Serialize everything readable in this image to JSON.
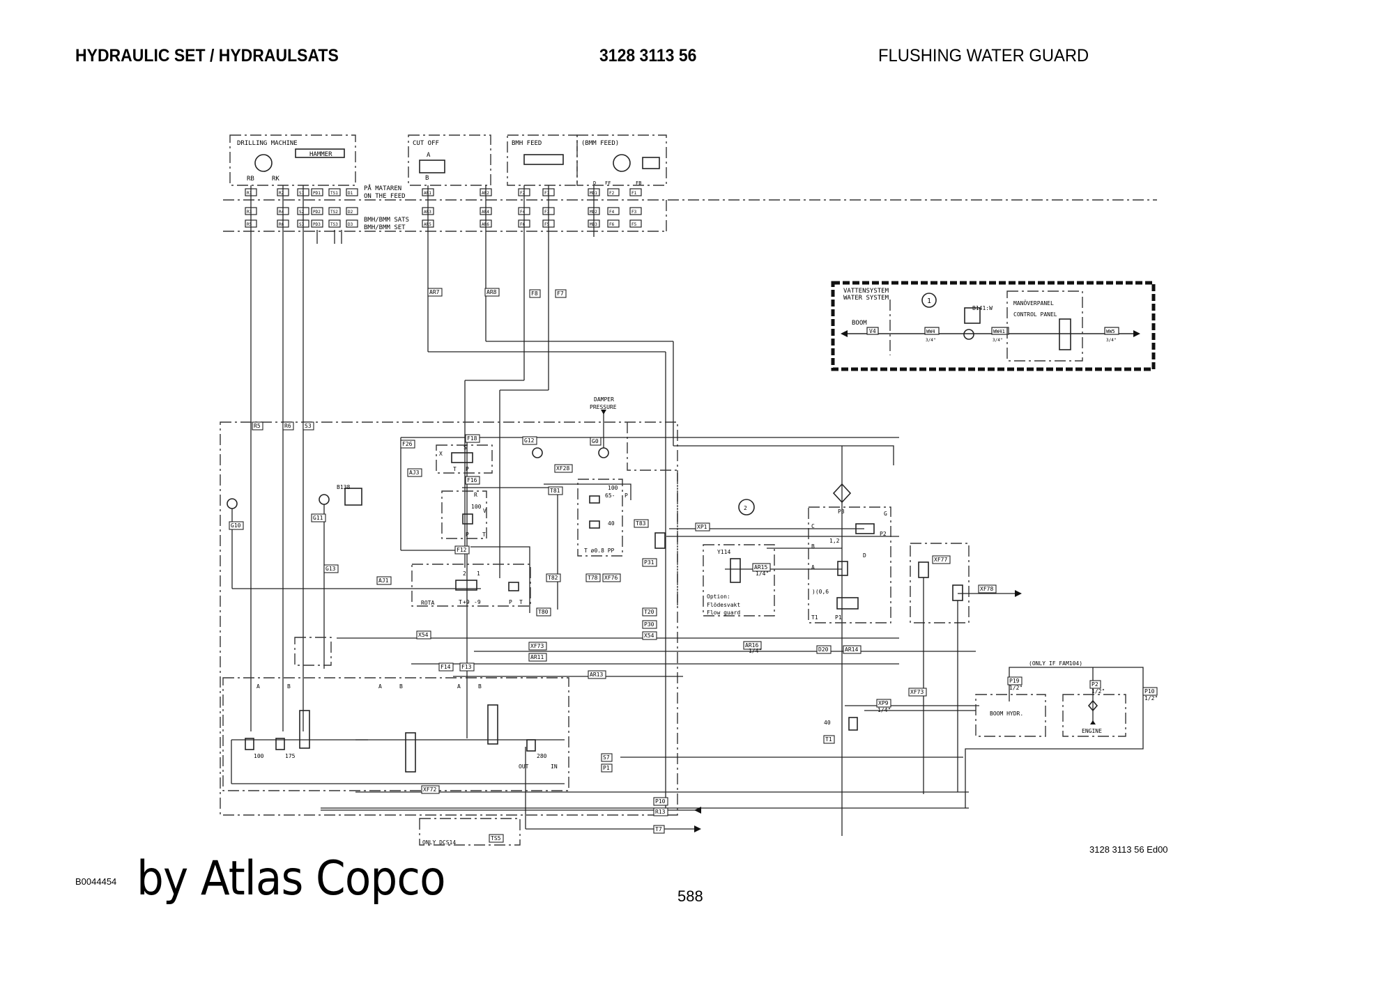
{
  "header": {
    "title": "HYDRAULIC SET / HYDRAULSATS",
    "part_number": "3128 3113 56",
    "subject": "FLUSHING WATER GUARD"
  },
  "footer": {
    "drawing_code": "3128 3113 56 Ed00",
    "image_id": "B0044454",
    "brand": "by Atlas Copco",
    "page": "588"
  },
  "top_units": {
    "drilling_machine": "DRILLING MACHINE",
    "hammer": "HAMMER",
    "rb": "RB",
    "rk": "RK",
    "cut_off": "CUT OFF",
    "cut_a": "A",
    "cut_b": "B",
    "bmh_feed": "BMH FEED",
    "bmm_feed": "(BMM FEED)",
    "port_d": "D",
    "port_ff": "FF",
    "port_fb": "FB",
    "on_feed_sv": "PÅ MATAREN",
    "on_feed_en": "ON THE FEED",
    "set_sv": "BMH/BMM SATS",
    "set_en": "BMH/BMM SET"
  },
  "connector_rows": {
    "row1": [
      "R1",
      "R2",
      "S1",
      "PD1",
      "TS1",
      "D1",
      "AR1",
      "AR2",
      "F2",
      "F1",
      "MD1",
      "F2",
      "F1"
    ],
    "row2": [
      "R3",
      "R4",
      "S2",
      "PD2",
      "TS2",
      "D2",
      "AR3",
      "AR4",
      "F4",
      "F3",
      "MD2",
      "F4",
      "F3"
    ],
    "row3": [
      "R5",
      "R6",
      "S3",
      "PD3",
      "TS3",
      "D3",
      "AR5",
      "AR6",
      "F6",
      "F5",
      "MD3",
      "F6",
      "F5"
    ]
  },
  "water_system": {
    "title_sv": "VATTENSYSTEM",
    "title_en": "WATER SYSTEM",
    "boom": "BOOM",
    "v4": "V4",
    "ww4": "WW4",
    "ww4_size": "3/4\"",
    "callout": "1",
    "sensor": "B141:W",
    "ww41": "WW41",
    "ww41_size": "3/4\"",
    "panel_sv": "MANÖVERPANEL",
    "panel_en": "CONTROL PANEL",
    "ww5": "WW5",
    "ww5_size": "3/4\""
  },
  "line_tags": {
    "ar7": "AR7",
    "ar8": "AR8",
    "f8": "F8",
    "f7": "F7",
    "r5": "R5",
    "r6": "R6",
    "s3": "S3",
    "g10": "G10",
    "g11": "G11",
    "g13": "G13",
    "b138": "B138",
    "f26": "F26",
    "aj3": "AJ3",
    "f18": "F18",
    "f16": "F16",
    "f12": "F12",
    "g12": "G12",
    "g0": "G0",
    "xf28": "XF28",
    "t81": "T81",
    "damper_1": "DAMPER",
    "damper_2": "PRESSURE",
    "aj1": "AJ1",
    "rota": "ROTA",
    "t82": "T82",
    "t80": "T80",
    "t78": "T78",
    "xf76": "XF76",
    "t83": "T83",
    "p31": "P31",
    "xp1": "XP1",
    "t20": "T20",
    "p30": "P30",
    "x54": "X54",
    "x54b": "X54",
    "xf73": "XF73",
    "ar11": "AR11",
    "ar13": "AR13",
    "f14": "F14",
    "f13": "F13",
    "s7": "S7",
    "p1": "P1",
    "xf72": "XF72",
    "p10": "P10",
    "r13": "R13",
    "t7": "T7",
    "only_dcs14": "ONLY DCS14",
    "ts5": "TS5",
    "out": "OUT",
    "in": "IN",
    "v100": "100",
    "v175": "175",
    "v280": "280",
    "y114": "Y114",
    "callout2": "2",
    "ar15": "AR15",
    "ar15_size": "1/4\"",
    "ar16": "AR16",
    "ar16_size": "1/4\"",
    "option_1": "Option:",
    "option_2": "Flödesvakt",
    "option_3": "Flow guard",
    "p3": "P3",
    "port_c": "C",
    "port_b": "B",
    "port_a": "A",
    "port_d2": "D",
    "port_g": "G",
    "p2": "P2",
    "t1": "T1",
    "p1b": "P1",
    "orifice_12": "1,2",
    "orifice_06": ")(0,6",
    "d20": "D20",
    "ar14": "AR14",
    "xf77": "XF77",
    "xf78": "XF78",
    "xf73b": "XF73",
    "xp9": "XP9",
    "xp9_size": "1/4\"",
    "t1b": "T1",
    "v40": "40",
    "only_fam104": "(ONLY IF FAM104)",
    "p19": "P19",
    "p19_size": "1/2\"",
    "p2b": "P2",
    "p2b_size": "1/2\"",
    "p10b": "P10",
    "p10b_size": "1/2\"",
    "boom_hydr": "BOOM HYDR.",
    "engine": "ENGINE",
    "val100": "100",
    "val65": "65-",
    "valP": "P",
    "val40": "40",
    "orifice_08": "T  ø0.8  PP",
    "rota_t": "T",
    "rota_p9": "+9",
    "rota_m9": "-9",
    "rota_p": "P",
    "rota_tt": "T",
    "rota_2": "2",
    "rota_1": "1",
    "sv_s": "S",
    "sv_x": "X",
    "sv_t": "T",
    "sv_p": "P",
    "rv_r": "R",
    "rv_100": "100",
    "rv_v": "V",
    "rv_p": "P",
    "rv_t": "T",
    "blk_a1": "A",
    "blk_b1": "B",
    "blk_a2": "A",
    "blk_b2": "B",
    "blk_a3": "A",
    "blk_b3": "B"
  }
}
